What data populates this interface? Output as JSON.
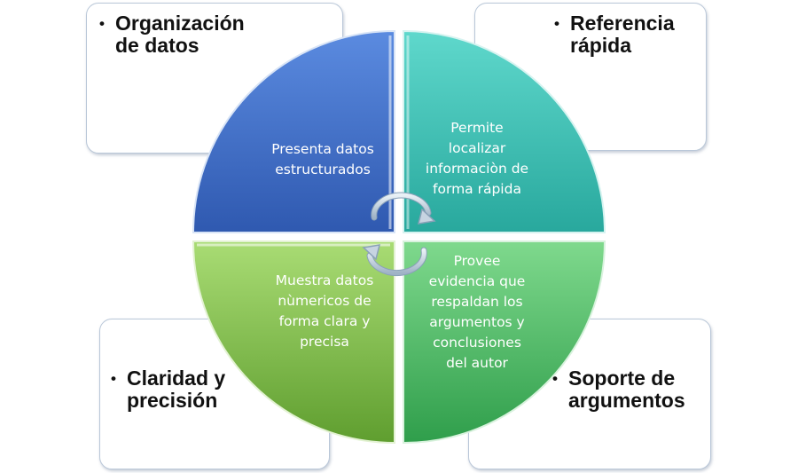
{
  "cards": {
    "top_left": {
      "bullet": "•",
      "lines": [
        "Organización",
        "de datos"
      ]
    },
    "top_right": {
      "bullet": "•",
      "lines": [
        "Referencia",
        "rápida"
      ]
    },
    "bottom_left": {
      "bullet": "•",
      "lines": [
        "Claridad y",
        "precisión"
      ]
    },
    "bottom_right": {
      "bullet": "•",
      "lines": [
        "Soporte de",
        "argumentos"
      ]
    }
  },
  "quadrants": {
    "top_left": {
      "lines": [
        "Presenta datos",
        "estructurados"
      ],
      "color": "#3f6fc8"
    },
    "top_right": {
      "lines": [
        "Permite",
        "localizar",
        "informaciòn de",
        "forma rápida"
      ],
      "color": "#35c0b4"
    },
    "bottom_left": {
      "lines": [
        "Muestra datos",
        "nùmericos de",
        "forma clara y",
        "precisa"
      ],
      "color": "#7cbf45"
    },
    "bottom_right": {
      "lines": [
        "Provee",
        "evidencia que",
        "respaldan los",
        "argumentos y",
        "conclusiones",
        "del autor"
      ],
      "color": "#4cc168"
    }
  },
  "icons": {
    "cycle": "circular-arrows-icon"
  }
}
